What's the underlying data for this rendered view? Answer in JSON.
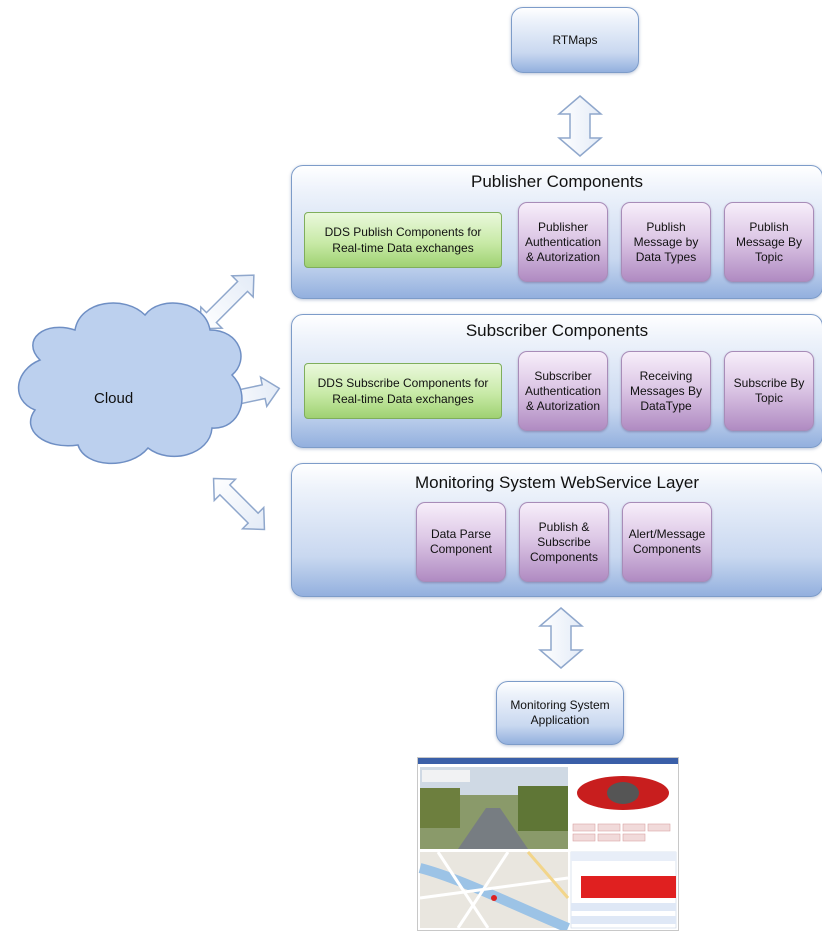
{
  "top_box": {
    "label": "RTMaps"
  },
  "cloud": {
    "label": "Cloud"
  },
  "publisher": {
    "title": "Publisher Components",
    "green": [
      "DDS Publish Components for",
      "Real-time Data exchanges"
    ],
    "boxes": [
      [
        "Publisher",
        "Authentication",
        "& Autorization"
      ],
      [
        "Publish",
        "Message by",
        "Data Types"
      ],
      [
        "Publish",
        "Message By",
        "Topic"
      ]
    ]
  },
  "subscriber": {
    "title": "Subscriber Components",
    "green": [
      "DDS Subscribe Components for",
      "Real-time Data exchanges"
    ],
    "boxes": [
      [
        "Subscriber",
        "Authentication",
        "& Autorization"
      ],
      [
        "Receiving",
        "Messages By",
        "DataType"
      ],
      [
        "Subscribe By",
        "Topic"
      ]
    ]
  },
  "monitoring": {
    "title": "Monitoring System WebService Layer",
    "boxes": [
      [
        "Data Parse",
        "Component"
      ],
      [
        "Publish &",
        "Subscribe",
        "Components"
      ],
      [
        "Alert/Message",
        "Components"
      ]
    ]
  },
  "app_box": {
    "lines": [
      "Monitoring System",
      "Application"
    ]
  },
  "colors": {
    "blue_border": "#7d9cc9",
    "green_fill": "#c8eaa7",
    "purple_fill": "#c8a9d6",
    "arrow_stroke": "#8fa7cc",
    "cloud_fill": "#bcd0ee"
  }
}
